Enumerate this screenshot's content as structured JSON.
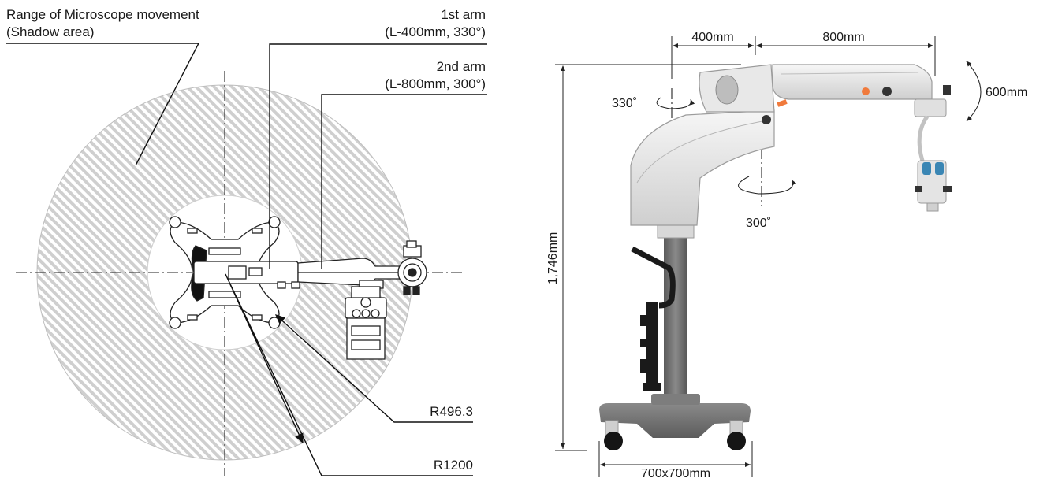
{
  "top_view": {
    "range_label_line1": "Range of Microscope movement",
    "range_label_line2": "(Shadow area)",
    "arm1_line1": "1st arm",
    "arm1_line2": "(L-400mm, 330°)",
    "arm2_line1": "2nd arm",
    "arm2_line2": "(L-800mm, 300°)",
    "inner_radius": "R496.3",
    "outer_radius": "R1200"
  },
  "side_view": {
    "arm1_length": "400mm",
    "arm2_length": "800mm",
    "vertical_travel": "600mm",
    "arm1_rotation": "330˚",
    "arm2_rotation": "300˚",
    "height": "1,746mm",
    "base_footprint": "700x700mm"
  },
  "colors": {
    "hatch": "#c8c8c8",
    "arm_body": "#e2e2e2",
    "column": "#6d6d6d",
    "base": "#707070",
    "accent_orange": "#f07a3c",
    "optics_blue": "#3a86b4"
  }
}
